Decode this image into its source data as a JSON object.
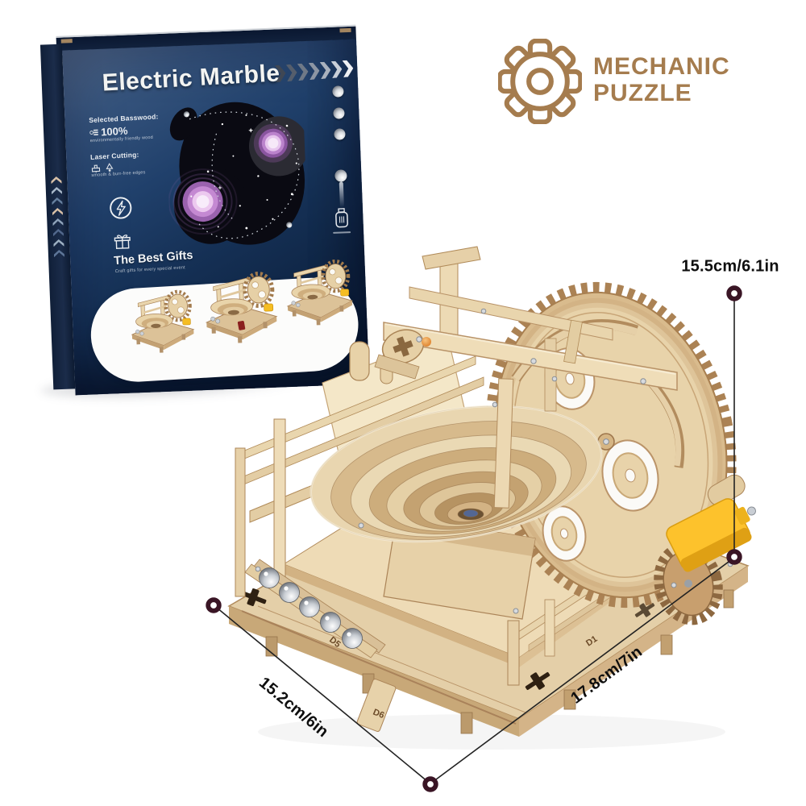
{
  "colors": {
    "background": "#ffffff",
    "box_navy_dark": "#0a1c36",
    "box_navy_light": "#50688a",
    "logo_brown": "#a57c4e",
    "dimension_ring": "#3a1525",
    "dimension_line": "#222222",
    "wood_light": "#ecd9b6",
    "wood_mid": "#d9bb8d",
    "wood_dark": "#a9805a",
    "motor_yellow": "#fdc22c",
    "planet_purple": "#c489d2"
  },
  "logo": {
    "line1": "MECHANIC",
    "line2": "PUZZLE",
    "icon": "gear-icon"
  },
  "box": {
    "title": "Electric Marble",
    "features": {
      "basswood": {
        "heading": "Selected Basswood:",
        "value": "100%",
        "note": "environmentally friendly wood"
      },
      "laser": {
        "heading": "Laser Cutting:",
        "note": "smooth & burr-free edges"
      }
    },
    "gifts": {
      "heading": "The Best Gifts",
      "note": "Craft gifts for every special event"
    }
  },
  "model": {
    "engravings": [
      "D5",
      "D6",
      "D1"
    ]
  },
  "dimensions": {
    "height": "15.5cm/6.1in",
    "width": "15.2cm/6in",
    "depth": "17.8cm/7in"
  }
}
